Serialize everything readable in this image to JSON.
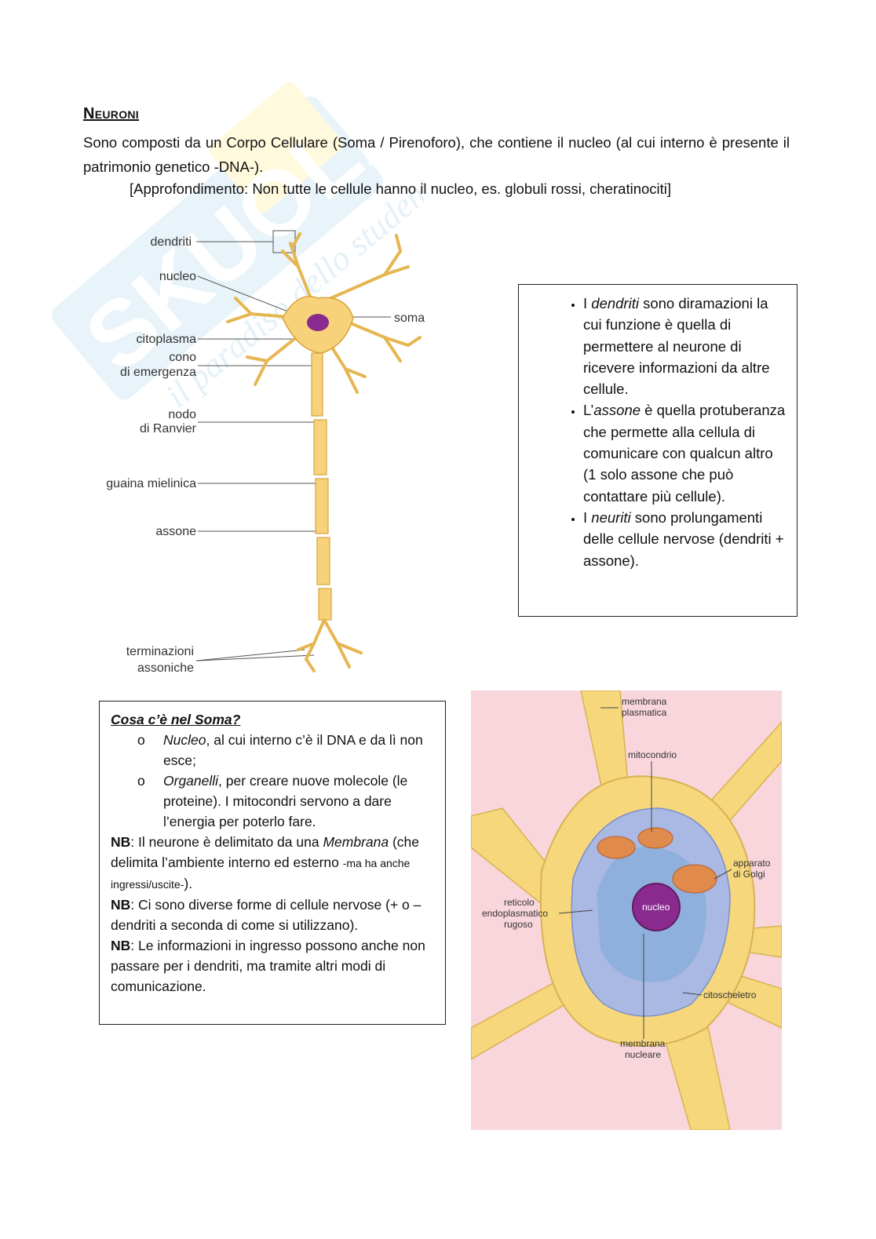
{
  "header": {
    "title": "Neuroni",
    "intro": "Sono composti da un Corpo Cellulare (Soma / Pirenoforo), che contiene il nucleo (al cui interno è presente il patrimonio genetico -DNA-).",
    "note": "[Approfondimento: Non tutte le cellule hanno il nucleo, es. globuli rossi, cheratinociti]"
  },
  "neuron_figure": {
    "labels": {
      "dendriti": "dendriti",
      "nucleo": "nucleo",
      "soma": "soma",
      "citoplasma": "citoplasma",
      "cono1": "cono",
      "cono2": "di emergenza",
      "nodo1": "nodo",
      "nodo2": "di Ranvier",
      "guaina": "guaina mielinica",
      "assone": "assone",
      "term1": "terminazioni",
      "term2": "assoniche"
    }
  },
  "right_box": {
    "items": [
      {
        "pre": "I ",
        "em": "dendriti",
        "post": " sono diramazioni la cui funzione è quella di permettere al neurone di ricevere informazioni da altre cellule."
      },
      {
        "pre": "L’",
        "em": "assone",
        "post": " è quella protuberanza che permette alla cellula di comunicare con qualcun altro (1 solo assone che può contattare più cellule)."
      },
      {
        "pre": "I ",
        "em": "neuriti",
        "post": " sono prolungamenti delle cellule nervose (dendriti + assone)."
      }
    ]
  },
  "left_box": {
    "heading": "Cosa c’è nel Soma?",
    "bullet_mark": "o",
    "sub1_em": "Nucleo",
    "sub1_text": ", al cui interno c’è il DNA e da lì non esce;",
    "sub2_em": "Organelli",
    "sub2_text": ", per creare nuove molecole (le proteine). I mitocondri servono a dare l’energia per poterlo fare.",
    "nb": "NB",
    "nb1_a": ": Il neurone è delimitato da una ",
    "nb1_em": "Membrana",
    "nb1_b": " (che delimita l’ambiente interno ed esterno ",
    "nb1_small": "-ma ha anche ingressi/uscite-",
    "nb1_c": ").",
    "nb2": ": Ci sono diverse forme di cellule nervose (+ o – dendriti a seconda di come si utilizzano).",
    "nb3": ": Le informazioni in ingresso possono anche non passare per i dendriti, ma tramite altri modi di comunicazione."
  },
  "soma_figure": {
    "labels": {
      "membrana1": "membrana",
      "membrana2": "plasmatica",
      "mitocondrio": "mitocondrio",
      "golgi1": "apparato",
      "golgi2": "di Golgi",
      "ret1": "reticolo",
      "ret2": "endoplasmatico",
      "ret3": "rugoso",
      "nucleo": "nucleo",
      "cito": "citoscheletro",
      "memnuc1": "membrana",
      "memnuc2": "nucleare"
    }
  },
  "watermark": {
    "brand": "SKUOLA.net",
    "tagline": "il paradiso dello studente"
  },
  "colors": {
    "neuron_fill": "#f7d27a",
    "neuron_stroke": "#d9a43a",
    "nucleus": "#8b2a8e",
    "watermark_blue": "#cfe8f5",
    "watermark_yellow": "#fff4b0",
    "soma_bg": "#f8d6dc"
  }
}
